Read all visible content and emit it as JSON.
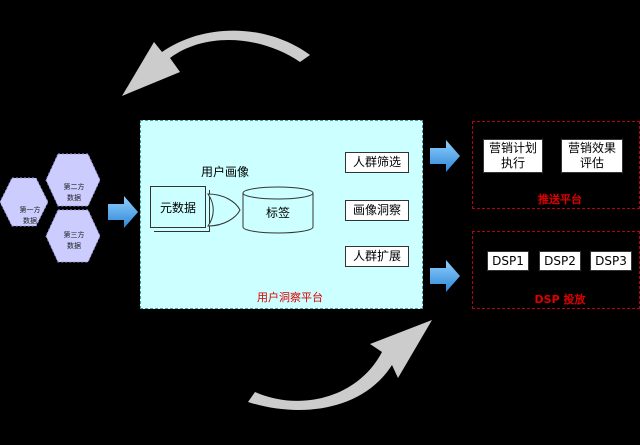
{
  "data_sources": {
    "first_party": "第一方\n数据",
    "second_party": "第二方\n数据",
    "third_party": "第三方\n数据"
  },
  "platform": {
    "title": "用户洞察平台",
    "profile_title": "用户画像",
    "meta_data": "元数据",
    "tags": "标签"
  },
  "actions": {
    "audience_filter": "人群筛选",
    "profile_insight": "画像洞察",
    "audience_expand": "人群扩展"
  },
  "push_platform": {
    "label": "推送平台",
    "plan": "营销计划\n执行",
    "eval": "营销效果\n评估"
  },
  "dsp": {
    "label": "DSP 投放",
    "items": [
      "DSP1",
      "DSP2",
      "DSP3"
    ]
  },
  "colors": {
    "background": "#000000",
    "hexagon": "#ccccff",
    "platform": "#ccffff",
    "arrow_blue": "#4da6e8",
    "big_arrow": "#cccccc",
    "accent_red": "#dd0000"
  }
}
